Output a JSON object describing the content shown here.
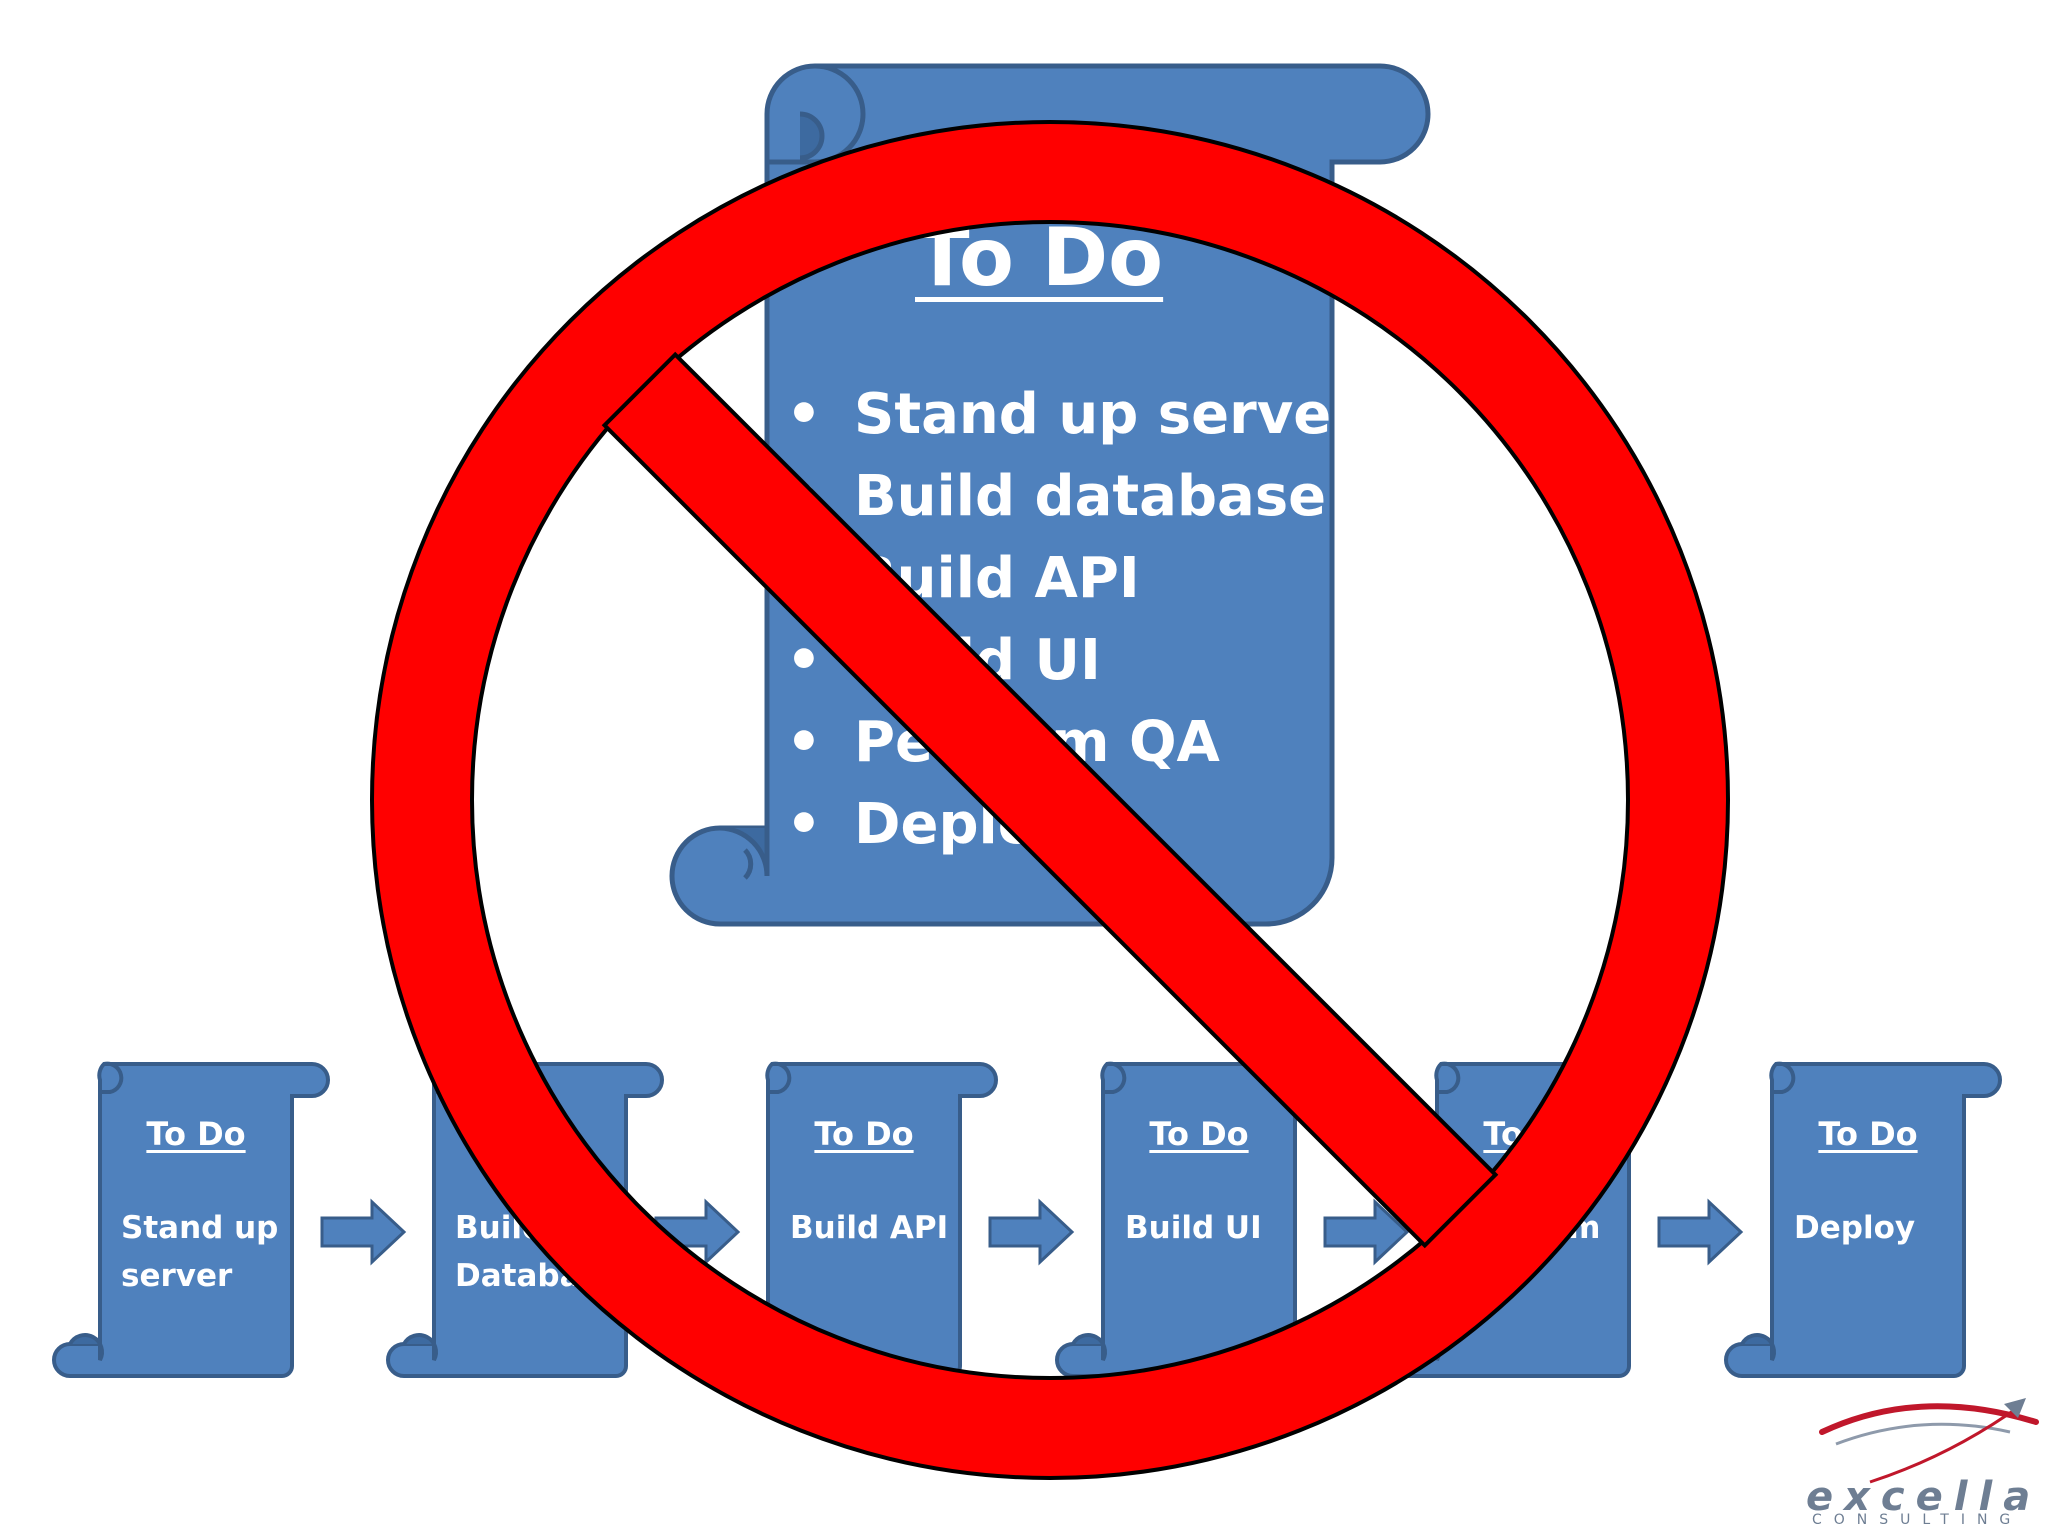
{
  "main_scroll": {
    "title": "To Do",
    "items": [
      "Stand up server",
      "Build database",
      "Build API",
      "Build UI",
      "Perform QA",
      "Deploy"
    ]
  },
  "small_scrolls": [
    {
      "title": "To Do",
      "task": "Stand up server"
    },
    {
      "title": "To Do",
      "task": "Build Database"
    },
    {
      "title": "To Do",
      "task": "Build API"
    },
    {
      "title": "To Do",
      "task": "Build UI"
    },
    {
      "title": "To Do",
      "task": "Perform QA"
    },
    {
      "title": "To Do",
      "task": "Deploy"
    }
  ],
  "logo": {
    "name": "excella",
    "tagline": "CONSULTING"
  },
  "colors": {
    "scroll_fill": "#4f81bd",
    "scroll_stroke": "#385d8a",
    "prohibition": "#ff0000",
    "text": "#ffffff"
  }
}
